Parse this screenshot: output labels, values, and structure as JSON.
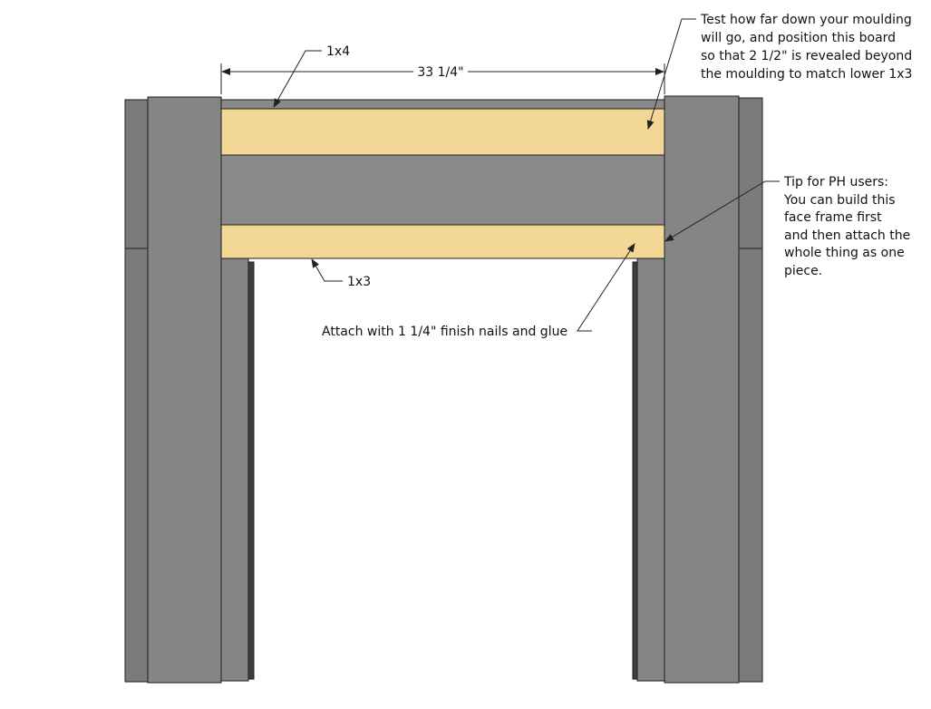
{
  "colors": {
    "background": "#ffffff",
    "post": "#858585",
    "post_side": "#7b7b7b",
    "board_dark": "#8a8a8a",
    "board_yellow": "#f3d797",
    "outline": "#1e1e1e",
    "leader": "#222222"
  },
  "labels": {
    "dimension": "33 1/4\"",
    "upper_board": "1x4",
    "lower_board": "1x3",
    "attach": "Attach with 1 1/4\" finish nails and glue",
    "moulding_note": [
      "Test how far down your moulding",
      "will go, and position this board",
      "so that 2 1/2\" is revealed beyond",
      "the moulding to match lower 1x3"
    ],
    "tip_note": [
      "Tip for PH users:",
      "You can build this",
      "face frame first",
      "and then attach the",
      "whole thing as one",
      "piece."
    ]
  }
}
